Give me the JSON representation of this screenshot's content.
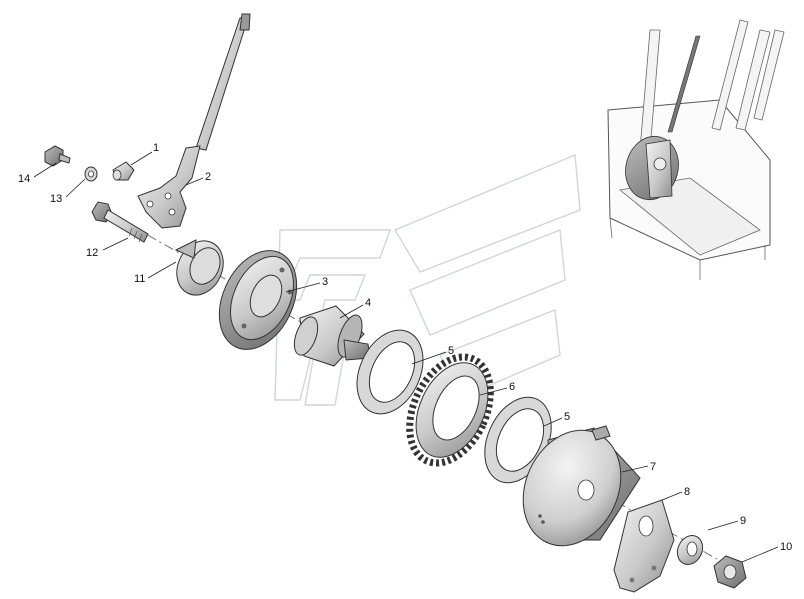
{
  "diagram": {
    "callouts": [
      {
        "id": "p1",
        "label": "1"
      },
      {
        "id": "p2",
        "label": "2"
      },
      {
        "id": "p3",
        "label": "3"
      },
      {
        "id": "p4",
        "label": "4"
      },
      {
        "id": "p5a",
        "label": "5"
      },
      {
        "id": "p5b",
        "label": "5"
      },
      {
        "id": "p6",
        "label": "6"
      },
      {
        "id": "p7",
        "label": "7"
      },
      {
        "id": "p8",
        "label": "8"
      },
      {
        "id": "p9",
        "label": "9"
      },
      {
        "id": "p10",
        "label": "10"
      },
      {
        "id": "p11",
        "label": "11"
      },
      {
        "id": "p12",
        "label": "12"
      },
      {
        "id": "p13",
        "label": "13"
      },
      {
        "id": "p14",
        "label": "14"
      }
    ]
  },
  "colors": {
    "metal_light": "#e6e6e6",
    "metal_mid": "#c4c4c4",
    "metal_dark": "#8c8c8c",
    "outline": "#333333",
    "watermark": "#cfd6dc"
  }
}
